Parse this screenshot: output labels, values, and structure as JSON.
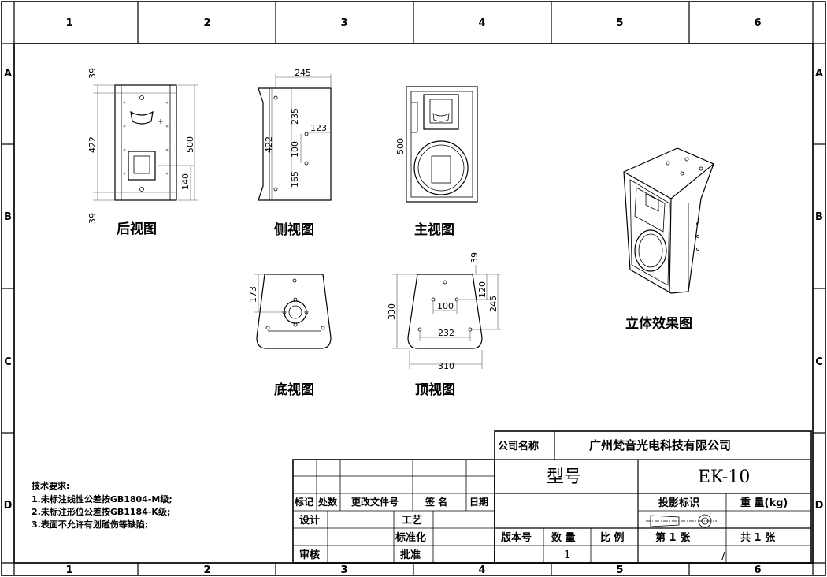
{
  "border": {
    "columns": [
      "1",
      "2",
      "3",
      "4",
      "5",
      "6"
    ],
    "rows": [
      "A",
      "B",
      "C",
      "D"
    ]
  },
  "views": {
    "rear": {
      "label": "后视图",
      "dims": {
        "top": "39",
        "mid": "422",
        "bottom": "39",
        "height": "500",
        "handle": "140"
      }
    },
    "side": {
      "label": "侧视图",
      "dims": {
        "depth": "245",
        "upper": "235",
        "inset": "123",
        "mid": "422",
        "spacing": "100",
        "lower": "165"
      }
    },
    "front": {
      "label": "主视图",
      "dims": {
        "height": "500"
      }
    },
    "bottom": {
      "label": "底视图",
      "dims": {
        "depth": "173"
      }
    },
    "top": {
      "label": "顶视图",
      "dims": {
        "edge": "39",
        "depth_a": "120",
        "depth_b": "245",
        "depth_total": "330",
        "spacing": "100",
        "width_inner": "232",
        "width": "310"
      }
    },
    "iso": {
      "label": "立体效果图"
    }
  },
  "tech_notes": {
    "title": "技术要求:",
    "items": [
      "1.未标注线性公差按GB1804-M级;",
      "2.未标注形位公差按GB1184-K级;",
      "3.表面不允许有划碰伤等缺陷;"
    ]
  },
  "title_block": {
    "company_label": "公司名称",
    "company": "广州梵音光电科技有限公司",
    "model_label": "型号",
    "model": "EK-10",
    "rev_headers": [
      "标记",
      "处数",
      "更改文件号",
      "签 名",
      "日期"
    ],
    "design": "设计",
    "process": "工艺",
    "standard": "标准化",
    "review": "审核",
    "approve": "批准",
    "version_label": "版本号",
    "qty_label": "数 量",
    "scale_label": "比 例",
    "qty": "1",
    "projection_label": "投影标识",
    "weight_label": "重  量(kg)",
    "sheet": "第 1 张",
    "total": "共 1 张",
    "slash": "/"
  }
}
